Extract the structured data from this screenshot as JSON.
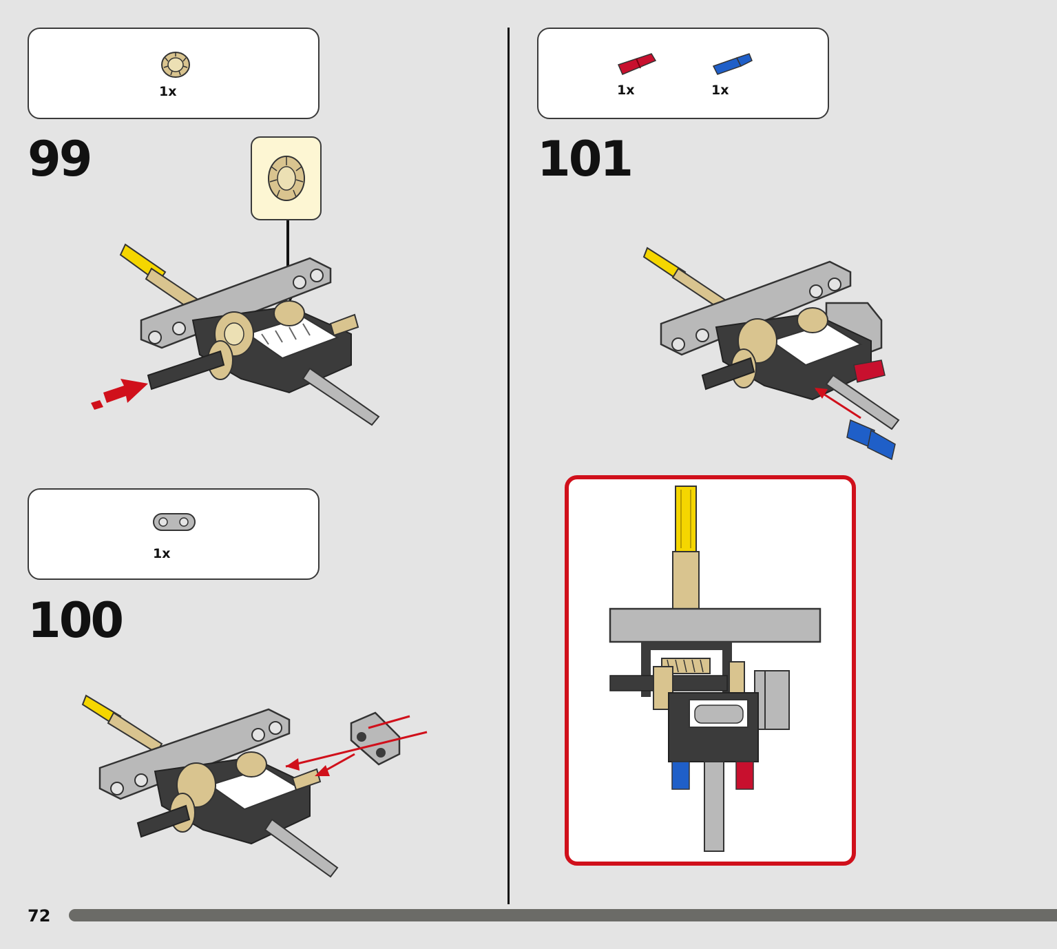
{
  "page": {
    "number": "72"
  },
  "steps": [
    {
      "number": "99",
      "parts": [
        {
          "qty": "1x",
          "part": "tan-gear-icon"
        }
      ],
      "callout_part": "tan-gear-icon"
    },
    {
      "number": "100",
      "parts": [
        {
          "qty": "1x",
          "part": "grey-liftarm-icon"
        }
      ]
    },
    {
      "number": "101",
      "parts": [
        {
          "qty": "1x",
          "part": "red-pin-icon"
        },
        {
          "qty": "1x",
          "part": "blue-pin-icon"
        }
      ]
    }
  ],
  "colors": {
    "background": "#e4e4e4",
    "arrow_red": "#d0101b",
    "frame_red": "#d0101b",
    "tan": "#d9c48f",
    "yellow": "#f5d600",
    "dark_grey": "#3b3b3b",
    "light_grey": "#b9b9b9",
    "red": "#c8102e",
    "blue": "#1f5fc8"
  }
}
